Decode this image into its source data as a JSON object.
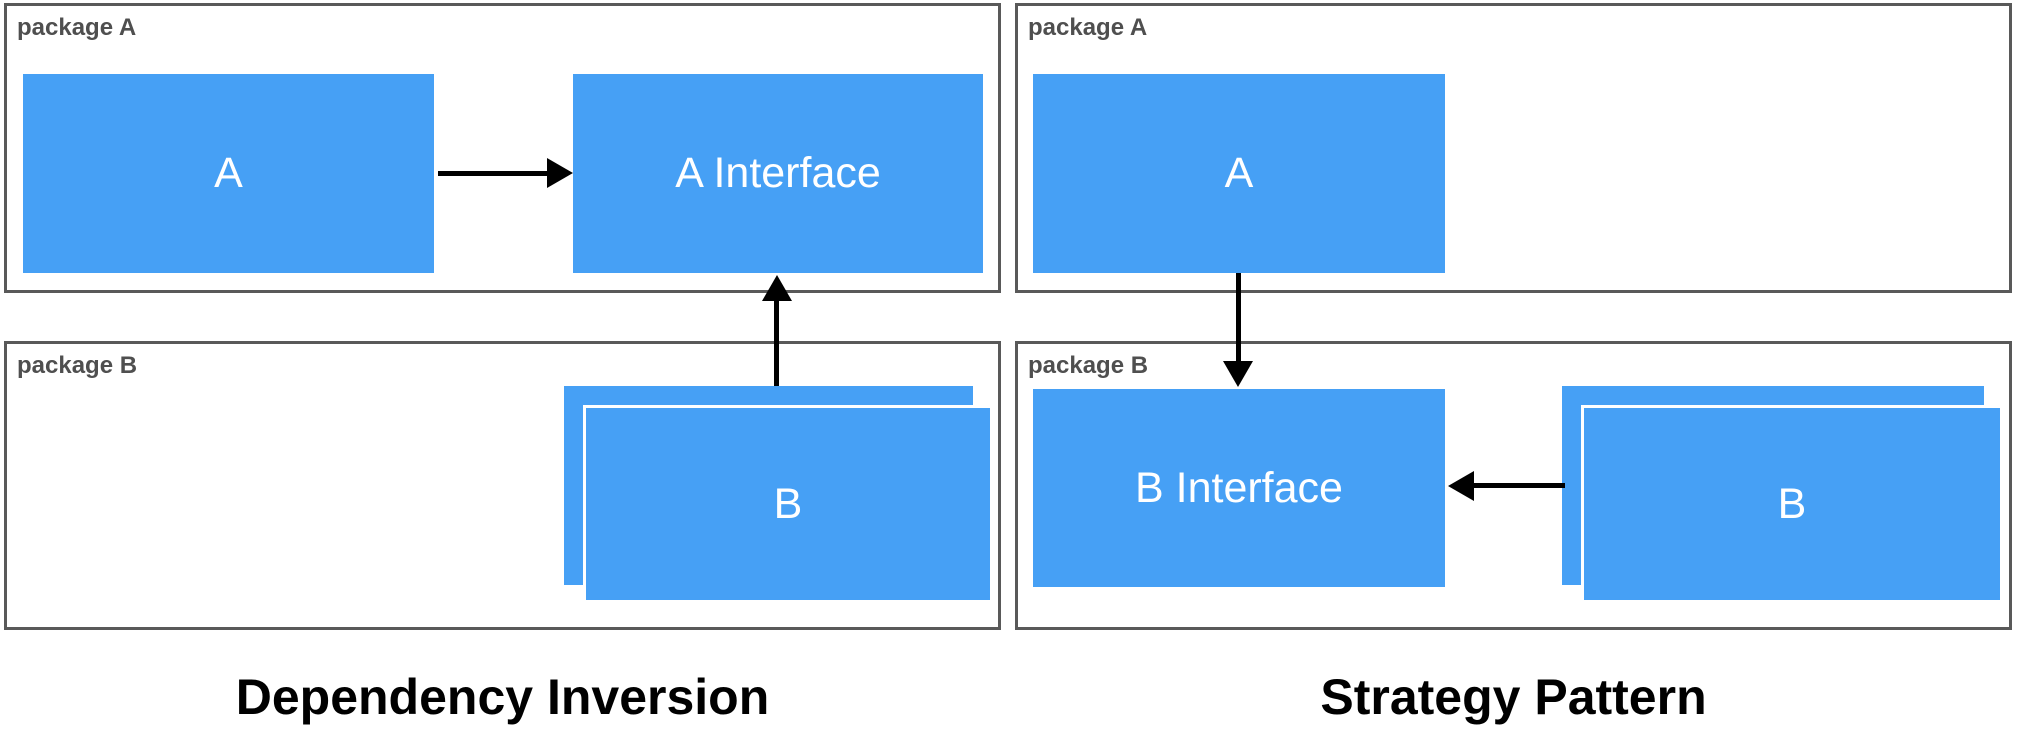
{
  "colors": {
    "box_blue": "#46a0f5",
    "panel_border": "#595959",
    "label_gray": "#4f4f4f",
    "arrow_black": "#000000",
    "title_black": "#000000"
  },
  "left_diagram": {
    "title": "Dependency Inversion",
    "package_a_label": "package A",
    "package_b_label": "package B",
    "nodes": {
      "a": "A",
      "a_interface": "A Interface",
      "b": "B"
    },
    "connections": [
      {
        "from": "A",
        "to": "A Interface",
        "direction": "right"
      },
      {
        "from": "B",
        "to": "A Interface",
        "direction": "up"
      }
    ]
  },
  "right_diagram": {
    "title": "Strategy Pattern",
    "package_a_label": "package A",
    "package_b_label": "package B",
    "nodes": {
      "a": "A",
      "b_interface": "B Interface",
      "b": "B"
    },
    "connections": [
      {
        "from": "A",
        "to": "B Interface",
        "direction": "down"
      },
      {
        "from": "B",
        "to": "B Interface",
        "direction": "left"
      }
    ]
  }
}
